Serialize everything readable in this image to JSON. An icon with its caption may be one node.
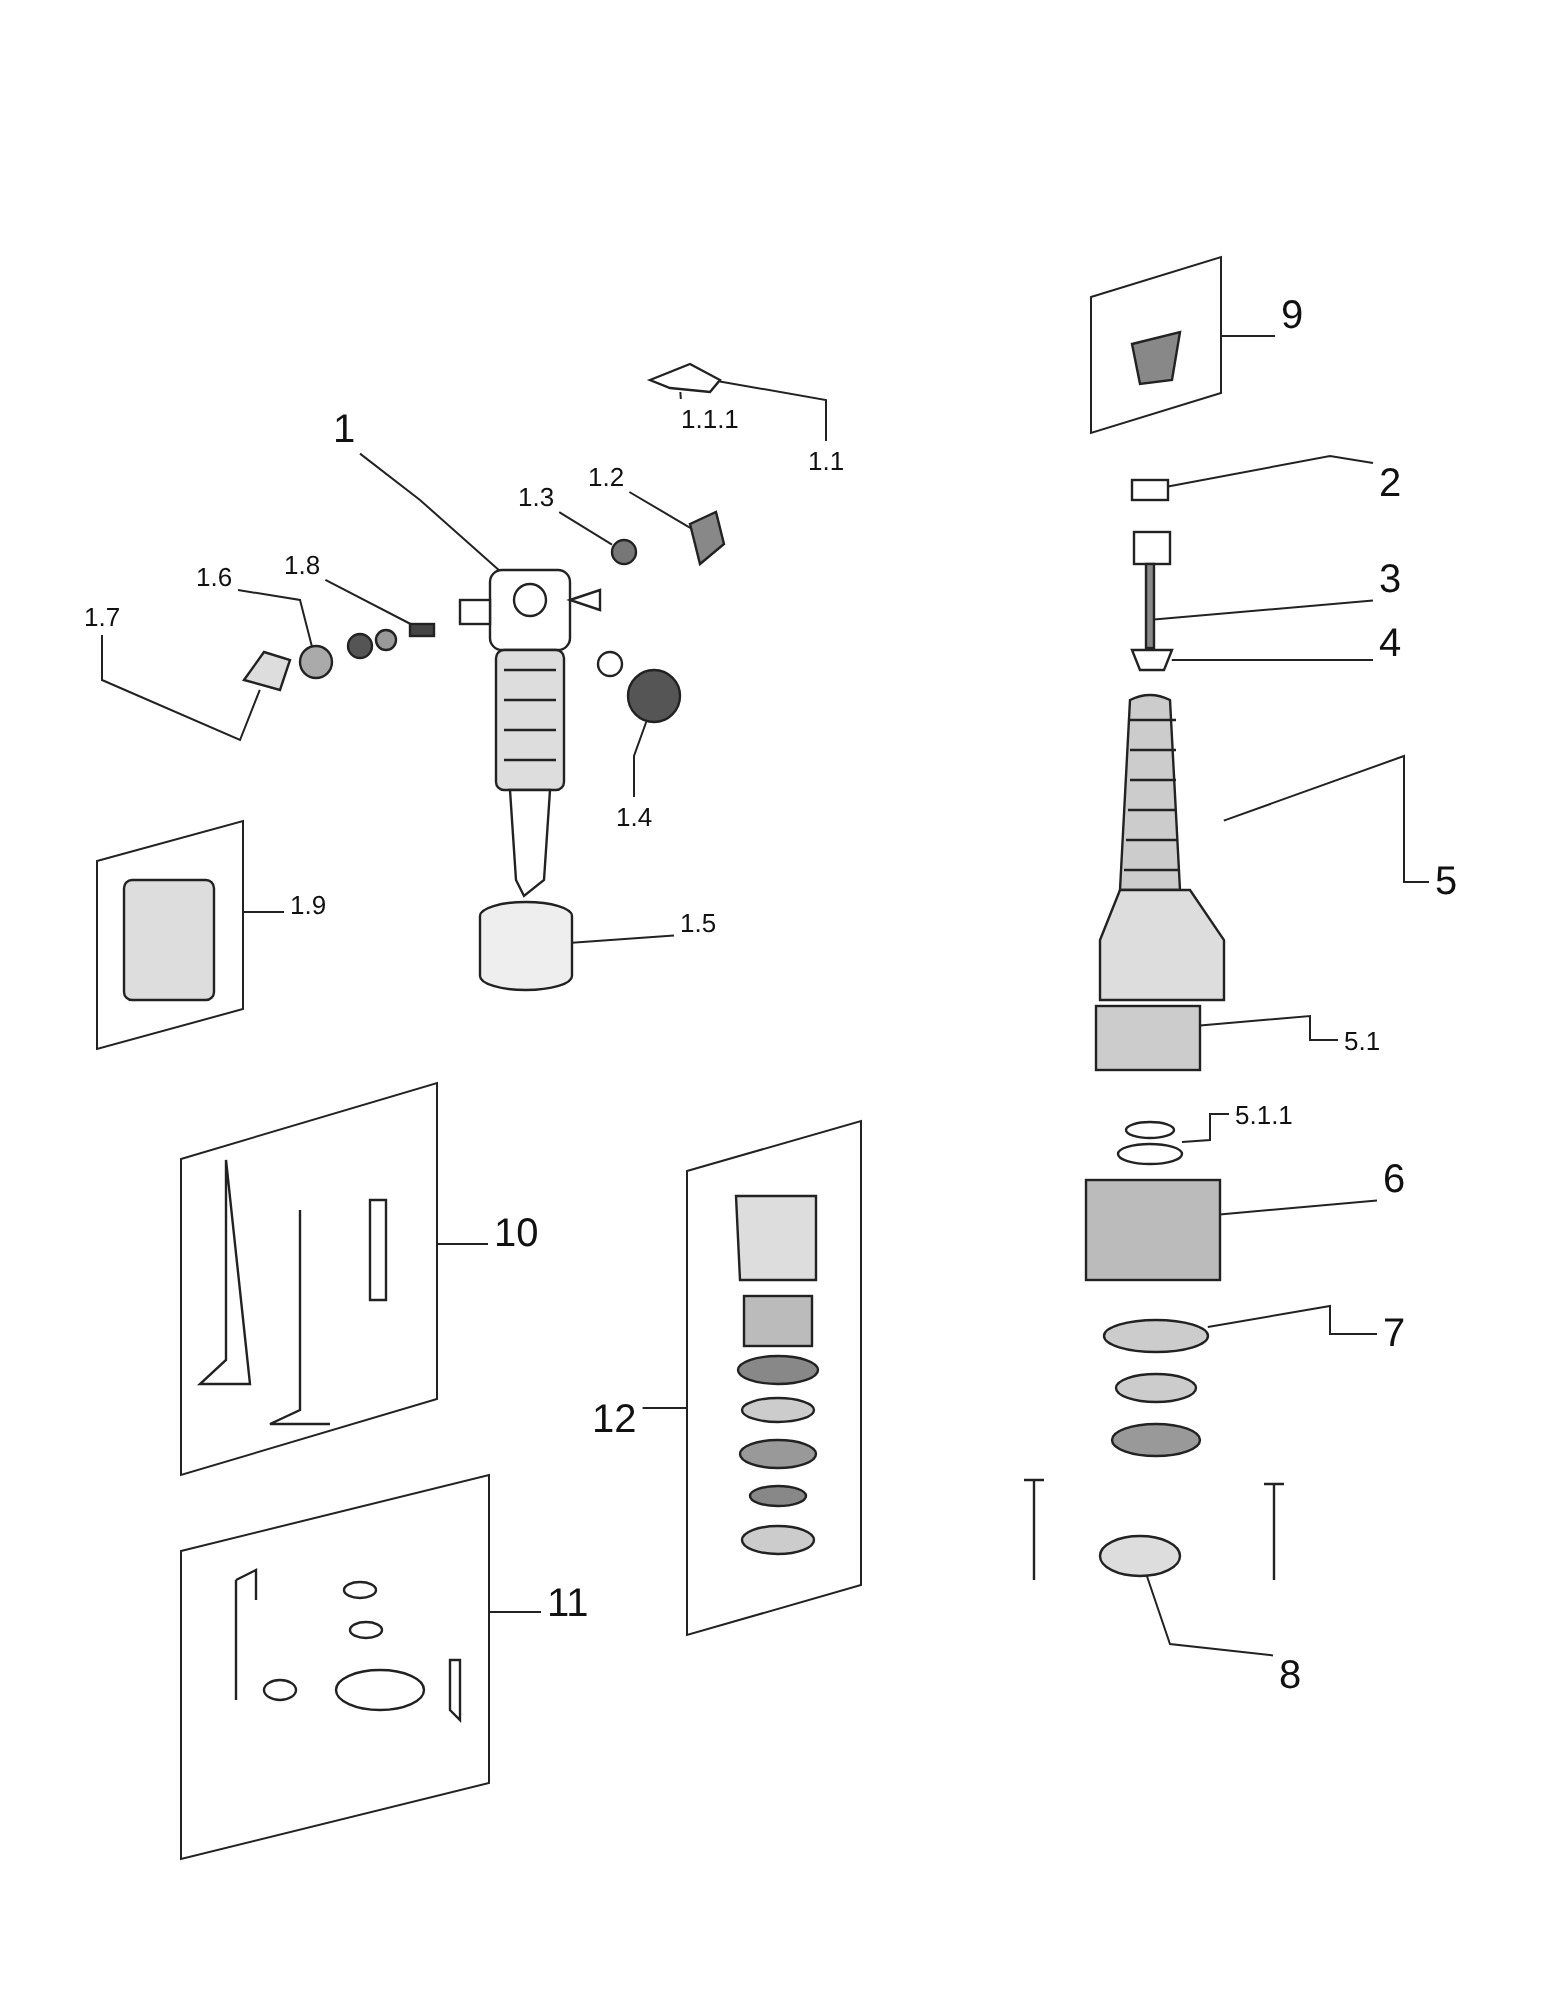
{
  "diagram": {
    "nodes": [
      {
        "text": [
          "1"
        ]
      },
      {
        "text": [
          "1.1"
        ]
      },
      {
        "text": [
          "1.1.1"
        ]
      },
      {
        "text": [
          "1.2"
        ]
      },
      {
        "text": [
          "1.3"
        ]
      },
      {
        "text": [
          "1.4"
        ]
      },
      {
        "text": [
          "1.5"
        ]
      },
      {
        "text": [
          "1.6"
        ]
      },
      {
        "text": [
          "1.7"
        ]
      },
      {
        "text": [
          "1.8"
        ]
      },
      {
        "text": [],
        "shape": "box"
      },
      {
        "text": [
          "1.9"
        ]
      },
      {
        "text": [],
        "shape": "box"
      },
      {
        "text": [
          "9"
        ]
      },
      {
        "text": [
          "2"
        ]
      },
      {
        "text": [
          "3"
        ]
      },
      {
        "text": [
          "4"
        ]
      },
      {
        "text": [
          "5"
        ]
      },
      {
        "text": [
          "5.1"
        ]
      },
      {
        "text": [
          "5.1.1"
        ]
      },
      {
        "text": [
          "6"
        ]
      },
      {
        "text": [
          "7"
        ]
      },
      {
        "text": [
          "8"
        ]
      },
      {
        "text": [],
        "shape": "box"
      },
      {
        "text": [
          "10"
        ]
      },
      {
        "text": [],
        "shape": "box"
      },
      {
        "text": [
          "11"
        ]
      },
      {
        "text": [],
        "shape": "box"
      },
      {
        "text": [
          "12"
        ]
      },
      {
        "text": [],
        "shape": "picture"
      },
      {
        "text": [],
        "shape": "picture"
      },
      {
        "text": [],
        "shape": "picture"
      },
      {
        "text": [],
        "shape": "circle"
      },
      {
        "text": [],
        "shape": "circle"
      },
      {
        "text": [],
        "shape": "cylinder"
      },
      {
        "text": [],
        "shape": "circle"
      },
      {
        "text": [],
        "shape": "picture"
      },
      {
        "text": [],
        "shape": "box"
      },
      {
        "text": [],
        "shape": "box"
      },
      {
        "text": [],
        "shape": "bar"
      },
      {
        "text": [],
        "shape": "picture"
      },
      {
        "text": [],
        "shape": "picture"
      },
      {
        "text": [],
        "shape": "box"
      },
      {
        "text": [],
        "shape": "picture"
      },
      {
        "text": [],
        "shape": "box"
      },
      {
        "text": [],
        "shape": "picture"
      },
      {
        "text": [],
        "shape": "circle"
      }
    ],
    "edges": [
      {
        "from": 0,
        "to": 29,
        "arrow": "none"
      },
      {
        "from": 1,
        "to": 30,
        "arrow": "none"
      },
      {
        "from": 2,
        "to": 30,
        "arrow": "none"
      },
      {
        "from": 3,
        "to": 31,
        "arrow": "none"
      },
      {
        "from": 4,
        "to": 32,
        "arrow": "none"
      },
      {
        "from": 5,
        "to": 33,
        "arrow": "none"
      },
      {
        "from": 6,
        "to": 34,
        "arrow": "none"
      },
      {
        "from": 7,
        "to": 35,
        "arrow": "none"
      },
      {
        "from": 8,
        "to": 36,
        "arrow": "none"
      },
      {
        "from": 9,
        "to": 37,
        "arrow": "none"
      },
      {
        "from": 11,
        "to": 10,
        "arrow": "none"
      },
      {
        "from": 13,
        "to": 12,
        "arrow": "none"
      },
      {
        "from": 14,
        "to": 38,
        "arrow": "none"
      },
      {
        "from": 15,
        "to": 39,
        "arrow": "none"
      },
      {
        "from": 16,
        "to": 40,
        "arrow": "none"
      },
      {
        "from": 17,
        "to": 41,
        "arrow": "none"
      },
      {
        "from": 18,
        "to": 42,
        "arrow": "none"
      },
      {
        "from": 19,
        "to": 43,
        "arrow": "none"
      },
      {
        "from": 20,
        "to": 44,
        "arrow": "none"
      },
      {
        "from": 21,
        "to": 45,
        "arrow": "none"
      },
      {
        "from": 22,
        "to": 46,
        "arrow": "none"
      },
      {
        "from": 24,
        "to": 23,
        "arrow": "none"
      },
      {
        "from": 26,
        "to": 25,
        "arrow": "none"
      },
      {
        "from": 28,
        "to": 27,
        "arrow": "none"
      }
    ]
  }
}
